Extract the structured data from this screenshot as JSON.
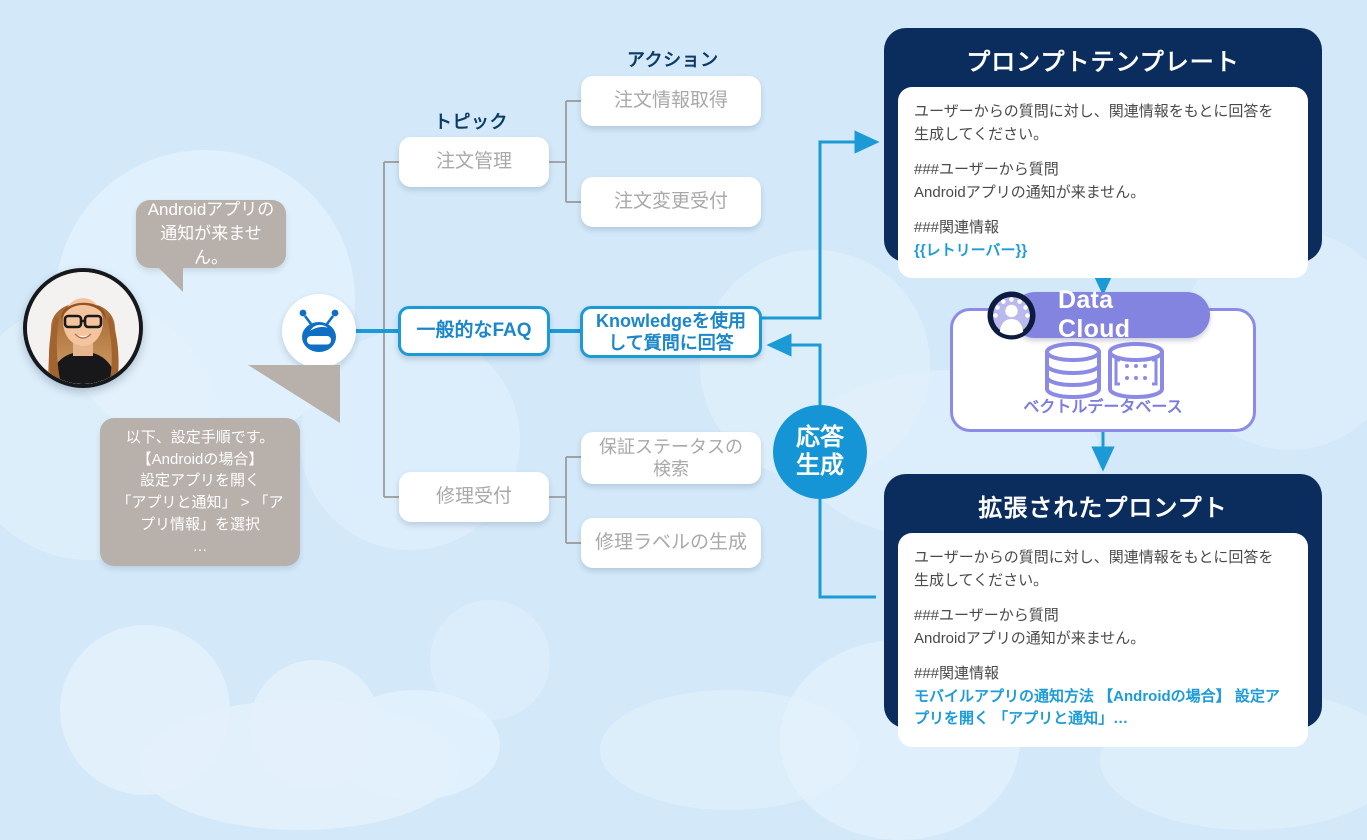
{
  "colors": {
    "background": "#d3e9fa",
    "cloud": "#e4f1fc",
    "accent_blue": "#1c9ad6",
    "dark_navy": "#0a2d5e",
    "label_navy": "#0d3b66",
    "node_text_gray": "#a9a9a9",
    "bubble_gray": "#b7b0ab",
    "data_cloud_purple": "#8383e0",
    "highlight_link": "#1d9bd8"
  },
  "column_labels": {
    "topic": "トピック",
    "action": "アクション"
  },
  "user": {
    "avatar_name": "customer-photo",
    "question_bubble": "Androidアプリの\n通知が来ません。",
    "answer_bubble": "以下、設定手順です。\n【Androidの場合】\n設定アプリを開く\n「アプリと通知」 > 「ア\nプリ情報」を選択\n…"
  },
  "bot": {
    "icon": "einstein-bot-icon"
  },
  "topics": [
    {
      "label": "注文管理",
      "accent": false
    },
    {
      "label": "一般的なFAQ",
      "accent": true
    },
    {
      "label": "修理受付",
      "accent": false
    }
  ],
  "actions": [
    {
      "label": "注文情報取得",
      "accent": false
    },
    {
      "label": "注文変更受付",
      "accent": false
    },
    {
      "label": "Knowledgeを使用\nして質問に回答",
      "accent": true
    },
    {
      "label": "保証ステータスの\n検索",
      "accent": false
    },
    {
      "label": "修理ラベルの生成",
      "accent": false
    }
  ],
  "response_circle": {
    "label": "応答\n生成"
  },
  "prompt_template": {
    "title": "プロンプトテンプレート",
    "line1": "ユーザーからの質問に対し、関連情報をもとに回答を",
    "line2": "生成してください。",
    "section1_header": "###ユーザーから質問",
    "section1_body": "Androidアプリの通知が来ません。",
    "section2_header": "###関連情報",
    "section2_value": "{{レトリーバー}}"
  },
  "data_cloud": {
    "chip_label": "Data Cloud",
    "chip_icon": "data-cloud-person-icon",
    "db_icon": "vector-database-icon",
    "caption": "ベクトルデータベース"
  },
  "expanded_prompt": {
    "title": "拡張されたプロンプト",
    "line1": "ユーザーからの質問に対し、関連情報をもとに回答を",
    "line2": "生成してください。",
    "section1_header": "###ユーザーから質問",
    "section1_body": "Androidアプリの通知が来ません。",
    "section2_header": "###関連情報",
    "section2_value": "モバイルアプリの通知方法 【Androidの場合】 設定アプリを開く 「アプリと通知」…"
  }
}
